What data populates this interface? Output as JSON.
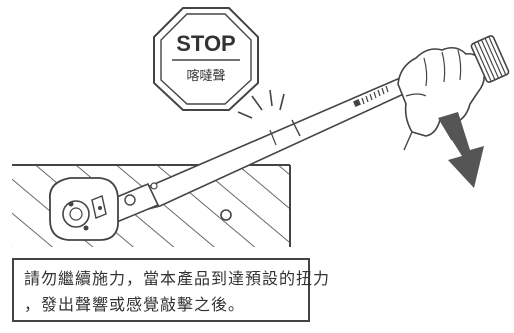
{
  "sign": {
    "top_text": "STOP",
    "bottom_text": "喀噠聲"
  },
  "caption": {
    "line1": "請勿繼續施力，當本產品到達預設的扭力",
    "line2": "，發出聲響或感覺敲擊之後。"
  },
  "icons": [
    "stop-sign-icon",
    "down-arrow-icon",
    "click-lines-icon",
    "torque-wrench",
    "hand",
    "socket"
  ],
  "colors": {
    "stroke": "#444444",
    "arrow": "#555555",
    "background": "#ffffff"
  }
}
